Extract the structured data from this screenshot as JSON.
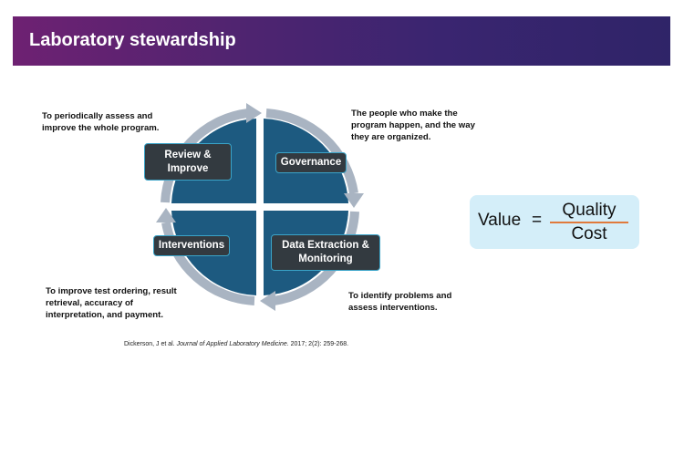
{
  "header": {
    "title": "Laboratory stewardship"
  },
  "cycle": {
    "quadrants": [
      {
        "label": "Review & Improve",
        "description": "To periodically assess and improve the whole program."
      },
      {
        "label": "Governance",
        "description": "The people who make the program happen, and the way they are organized."
      },
      {
        "label": "Data Extraction & Monitoring",
        "description": "To identify problems and assess interventions."
      },
      {
        "label": "Interventions",
        "description": "To improve test ordering, result retrieval, accuracy of interpretation, and payment."
      }
    ],
    "colors": {
      "quadrant": "#1d5a80",
      "ring": "#a9b4c2",
      "box": "#333a40",
      "box_border": "#3aa4c8"
    }
  },
  "citation": {
    "authors": "Dickerson, J et al.",
    "journal": "Journal of Applied Laboratory Medicine.",
    "details": "2017; 2(2): 259-268."
  },
  "formula": {
    "left": "Value",
    "equals": "=",
    "numerator": "Quality",
    "denominator": "Cost"
  }
}
